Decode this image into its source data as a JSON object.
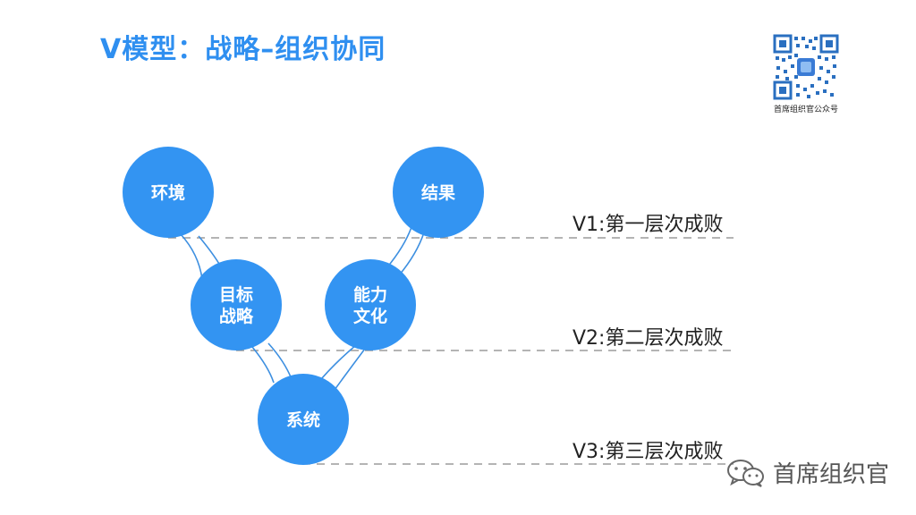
{
  "title": "V模型：战略–组织协同",
  "qr": {
    "caption": "首席组织官公众号"
  },
  "nodes": {
    "env": "环境",
    "result": "结果",
    "goal_line1": "目标",
    "goal_line2": "战略",
    "cap_line1": "能力",
    "cap_line2": "文化",
    "system": "系统"
  },
  "levels": {
    "v1": "V1:第一层次成败",
    "v2": "V2:第二层次成败",
    "v3": "V3:第三层次成败"
  },
  "watermark": {
    "text": "首席组织官",
    "icon": "wechat-icon"
  },
  "colors": {
    "accent": "#2f8ff0",
    "node": "#3394f2",
    "line": "#3d8fe0"
  }
}
